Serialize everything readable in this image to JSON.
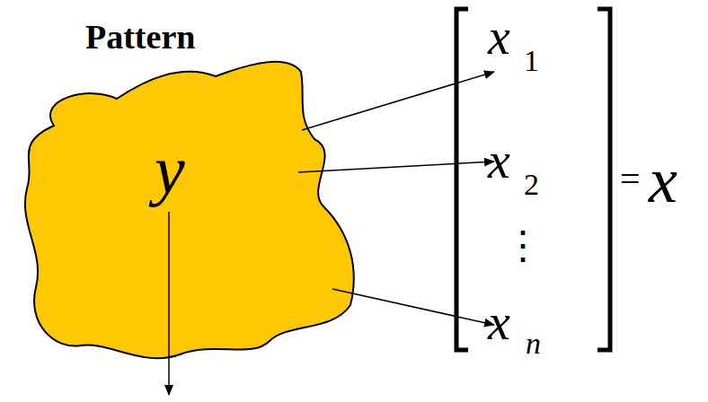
{
  "diagram": {
    "nodes": [
      {
        "text": [
          "Pattern",
          "y"
        ]
      }
    ],
    "labels": [
      "x",
      "1",
      "x",
      "2",
      "⋮",
      "x",
      "n",
      "=",
      "x"
    ]
  }
}
